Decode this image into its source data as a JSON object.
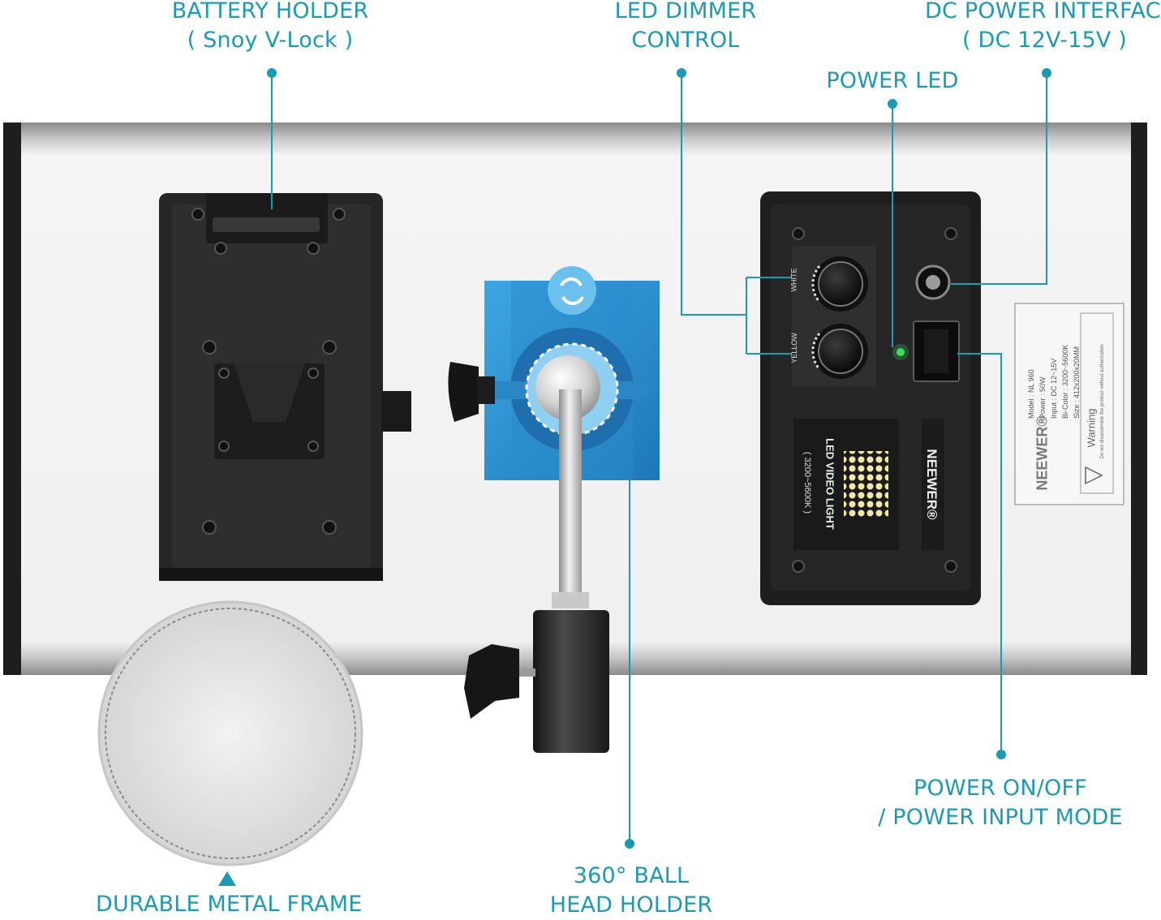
{
  "callouts": {
    "battery_holder": {
      "line1": "BATTERY HOLDER",
      "line2": "( Snoy V-Lock )"
    },
    "led_dimmer": {
      "line1": "LED DIMMER",
      "line2": "CONTROL"
    },
    "dc_power": {
      "line1": "DC POWER INTERFACE",
      "line2": "( DC 12V-15V )"
    },
    "power_led": {
      "line1": "POWER LED"
    },
    "power_switch": {
      "line1": "POWER ON/OFF",
      "line2": "/ POWER INPUT MODE"
    },
    "ball_head": {
      "line1": "360° BALL",
      "line2": "HEAD HOLDER"
    },
    "metal_frame": {
      "line1": "DURABLE METAL FRAME"
    }
  },
  "panel": {
    "dimmer_white": "WHITE",
    "dimmer_yellow": "YELLOW",
    "product_name": "LED VIDEO LIGHT",
    "product_range": "( 3200~5600K )",
    "brand": "NEEWER®"
  },
  "spec_label": {
    "brand": "NEEWER®",
    "model": "Model :  NL 960",
    "power": "Power :  50W",
    "input": "Input :   DC 12~15V",
    "bicolor": "Bi-Color : 3200~5600K",
    "size": "Size :    412x200x20MM",
    "warning_title": "Warning",
    "warning_text": "Do not disassemble the product without authorization"
  },
  "colors": {
    "accent": "#1a9bb4",
    "frame": "#e6e6e6",
    "dark_plate": "#232323",
    "mount_blue": "#2d8fd0",
    "power_led": "#39e05a"
  }
}
